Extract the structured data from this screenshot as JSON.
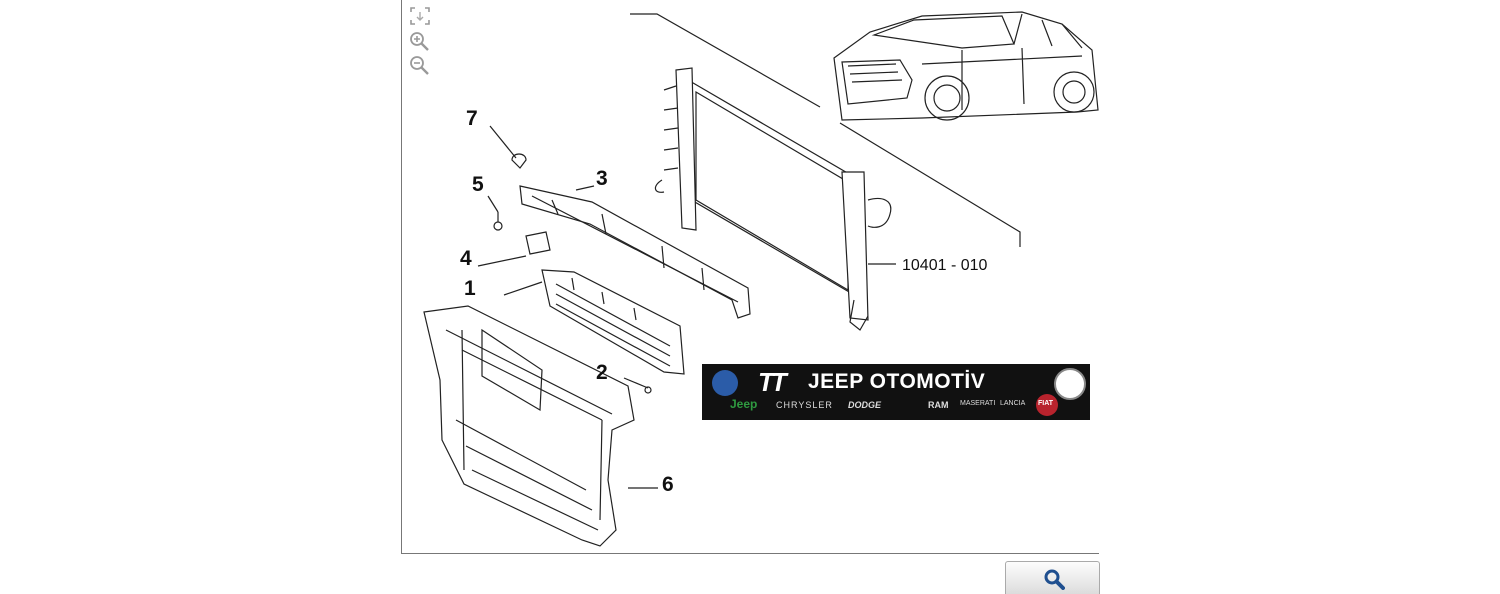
{
  "toolbar": {
    "fit_icon": "fit-to-screen-icon",
    "zoom_in_icon": "zoom-in-icon",
    "zoom_out_icon": "zoom-out-icon"
  },
  "diagram": {
    "callouts": [
      "1",
      "2",
      "3",
      "4",
      "5",
      "6",
      "7"
    ],
    "reference_label": "10401 -  010"
  },
  "banner": {
    "tt_logo": "TT",
    "title": "JEEP OTOMOTİV",
    "brands": [
      "Jeep",
      "CHRYSLER",
      "DODGE",
      "RAM",
      "MASERATI",
      "LANCIA",
      "FIAT"
    ],
    "colors": {
      "background": "#111111",
      "text": "#ffffff"
    }
  },
  "search_button": {
    "icon": "magnifier-icon"
  }
}
